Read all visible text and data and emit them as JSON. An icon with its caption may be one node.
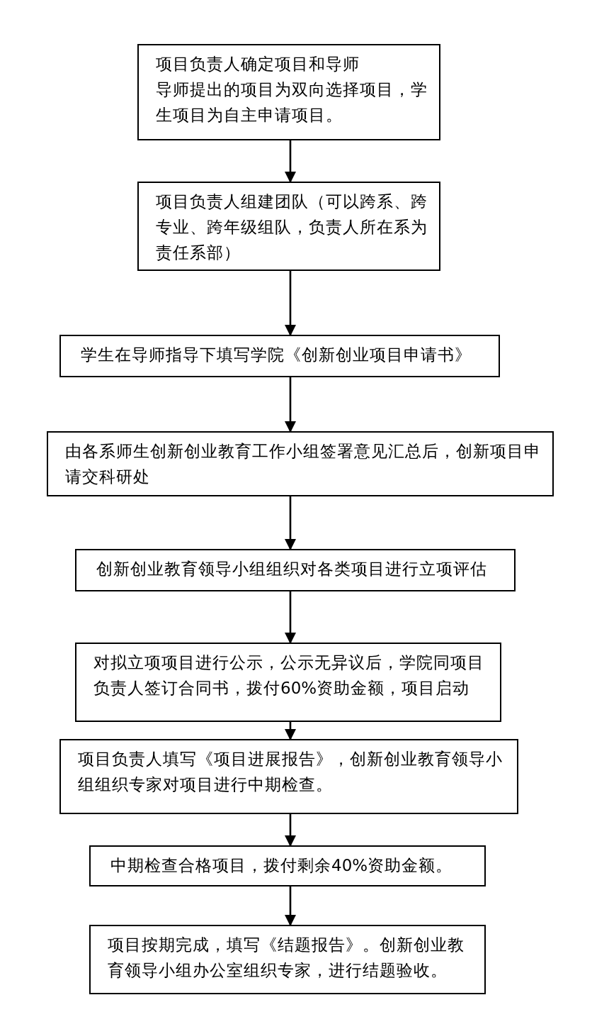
{
  "diagram": {
    "nodes": [
      {
        "text": [
          "项目负责人确定项目和导师",
          "导师提出的项目为双向选择项目，学生项目为自主申请项目。"
        ]
      },
      {
        "text": [
          "项目负责人组建团队（可以跨系、跨专业、跨年级组队，负责人所在系为责任系部）"
        ]
      },
      {
        "text": [
          "学生在导师指导下填写学院《创新创业项目申请书》"
        ]
      },
      {
        "text": [
          "由各系师生创新创业教育工作小组签署意见汇总后，创新项目申请交科研处"
        ]
      },
      {
        "text": [
          "创新创业教育领导小组组织对各类项目进行立项评估"
        ]
      },
      {
        "text": [
          "对拟立项项目进行公示，公示无异议后，学院同项目负责人签订合同书，拨付60%资助金额，项目启动"
        ]
      },
      {
        "text": [
          "项目负责人填写《项目进展报告》，创新创业教育领导小组组织专家对项目进行中期检查。"
        ]
      },
      {
        "text": [
          "中期检查合格项目，拨付剩余40%资助金额。"
        ]
      },
      {
        "text": [
          "项目按期完成，填写《结题报告》。创新创业教育领导小组办公室组织专家，进行结题验收。"
        ]
      }
    ],
    "edges": [
      {
        "from": 0,
        "to": 1,
        "arrow": "to"
      },
      {
        "from": 1,
        "to": 2,
        "arrow": "to"
      },
      {
        "from": 2,
        "to": 3,
        "arrow": "to"
      },
      {
        "from": 3,
        "to": 4,
        "arrow": "to"
      },
      {
        "from": 4,
        "to": 5,
        "arrow": "to"
      },
      {
        "from": 5,
        "to": 6,
        "arrow": "to"
      },
      {
        "from": 6,
        "to": 7,
        "arrow": "to"
      },
      {
        "from": 7,
        "to": 8,
        "arrow": "to"
      }
    ]
  }
}
